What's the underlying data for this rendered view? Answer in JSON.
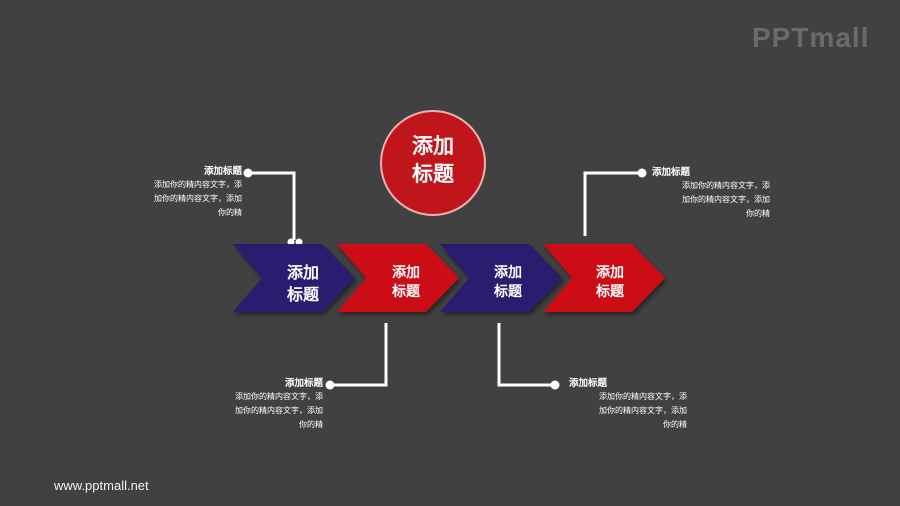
{
  "logo": "PPTmall",
  "footer_url": "www.pptmall.net",
  "center_circle": {
    "line1": "添加",
    "line2": "标题",
    "color": "#c0151b"
  },
  "colors": {
    "background": "#414141",
    "navy": "#2b1a6e",
    "red": "#cc0f14",
    "connector": "#ffffff"
  },
  "chevrons": [
    {
      "line1": "添加",
      "line2": "标题",
      "color": "navy"
    },
    {
      "line1": "添加",
      "line2": "标题",
      "color": "red"
    },
    {
      "line1": "添加",
      "line2": "标题",
      "color": "navy"
    },
    {
      "line1": "添加",
      "line2": "标题",
      "color": "red"
    }
  ],
  "notes": [
    {
      "title": "添加标题",
      "lines": [
        "添加你的精内容文字，添",
        "加你的精内容文字，添加",
        "你的精"
      ]
    },
    {
      "title": "添加标题",
      "lines": [
        "添加你的精内容文字，添",
        "加你的精内容文字，添加",
        "你的精"
      ]
    },
    {
      "title": "添加标题",
      "lines": [
        "添加你的精内容文字，添",
        "加你的精内容文字，添加",
        "你的精"
      ]
    },
    {
      "title": "添加标题",
      "lines": [
        "添加你的精内容文字，添",
        "加你的精内容文字，添加",
        "你的精"
      ]
    }
  ]
}
